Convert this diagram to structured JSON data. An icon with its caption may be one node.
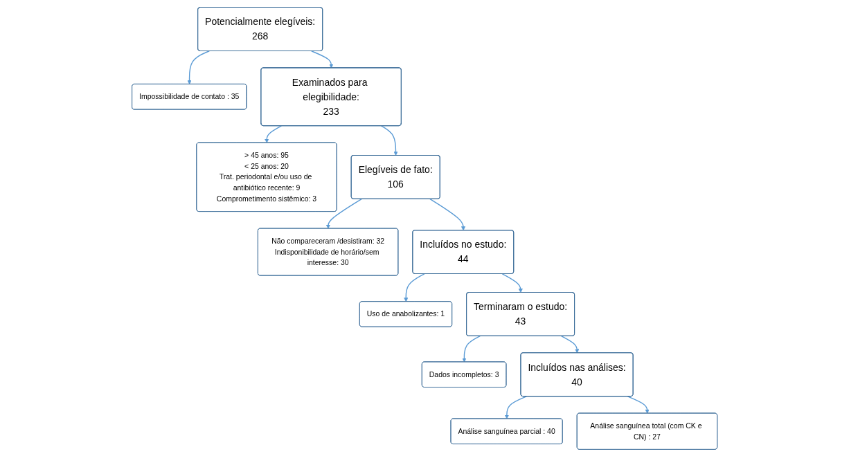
{
  "diagram": {
    "nodes": [
      {
        "text": [
          "Potencialmente elegíveis:",
          "268"
        ]
      },
      {
        "text": [
          "Impossibilidade de contato : 35"
        ]
      },
      {
        "text": [
          "Examinados para elegibilidade:",
          "233"
        ]
      },
      {
        "text": [
          "> 45 anos: 95",
          "< 25 anos: 20",
          "Trat. periodontal e/ou uso de antibiótico recente: 9",
          "Comprometimento sistêmico: 3"
        ]
      },
      {
        "text": [
          "Elegíveis de fato:",
          "106"
        ]
      },
      {
        "text": [
          "Não compareceram /desistiram: 32",
          "Indisponibilidade de horário/sem interesse: 30"
        ]
      },
      {
        "text": [
          "Incluídos no estudo:",
          "44"
        ]
      },
      {
        "text": [
          "Uso de anabolizantes: 1"
        ]
      },
      {
        "text": [
          "Terminaram o estudo:",
          "43"
        ]
      },
      {
        "text": [
          "Dados incompletos: 3"
        ]
      },
      {
        "text": [
          "Incluídos nas análises:",
          "40"
        ]
      },
      {
        "text": [
          "Análise sanguínea parcial : 40"
        ]
      },
      {
        "text": [
          "Análise sanguínea total (com CK e CN) : 27"
        ]
      }
    ],
    "edges": [
      {
        "from": 0,
        "to": 2,
        "arrow": "to"
      },
      {
        "from": 0,
        "to": 1,
        "arrow": "to"
      },
      {
        "from": 2,
        "to": 4,
        "arrow": "to"
      },
      {
        "from": 2,
        "to": 3,
        "arrow": "to"
      },
      {
        "from": 4,
        "to": 6,
        "arrow": "to"
      },
      {
        "from": 4,
        "to": 5,
        "arrow": "to"
      },
      {
        "from": 6,
        "to": 8,
        "arrow": "to"
      },
      {
        "from": 6,
        "to": 7,
        "arrow": "to"
      },
      {
        "from": 8,
        "to": 10,
        "arrow": "to"
      },
      {
        "from": 8,
        "to": 9,
        "arrow": "to"
      },
      {
        "from": 10,
        "to": 11,
        "arrow": "to"
      },
      {
        "from": 10,
        "to": 12,
        "arrow": "to"
      }
    ]
  }
}
